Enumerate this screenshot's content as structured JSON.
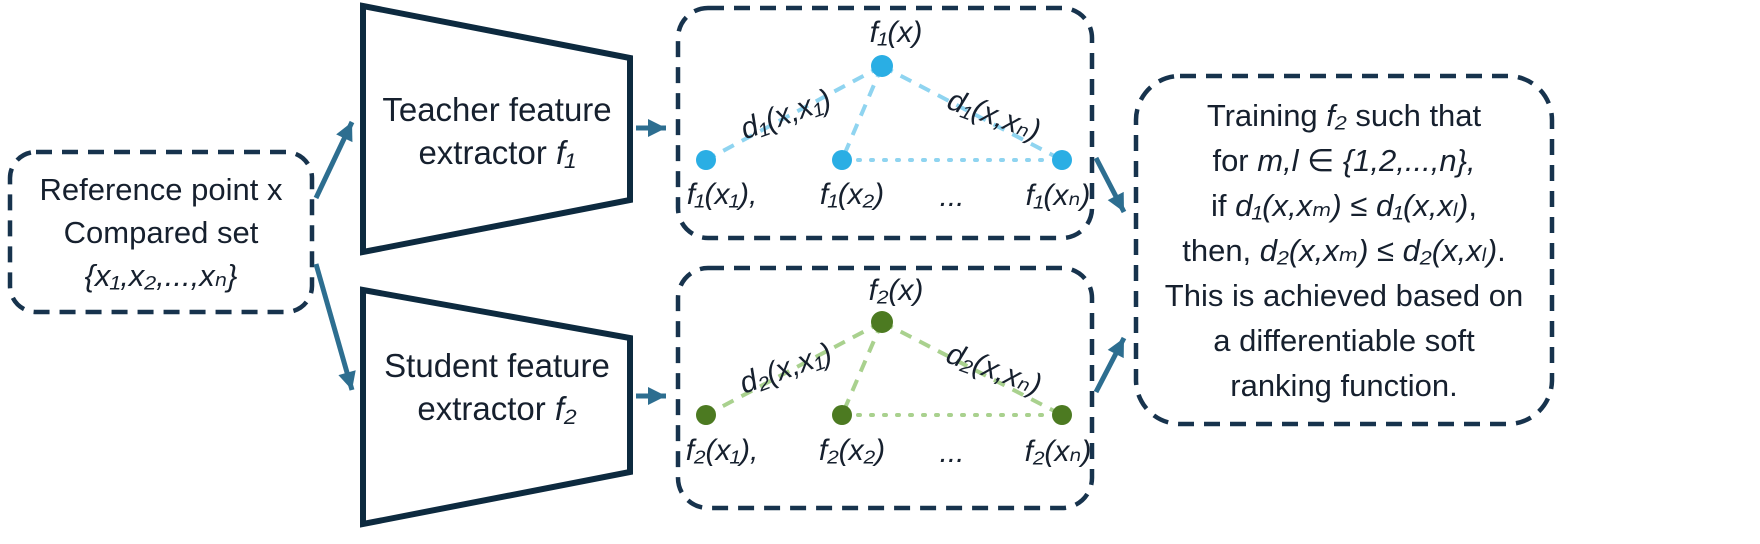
{
  "diagram": {
    "input_box": {
      "lines": [
        "Reference point x",
        "Compared set",
        "{x₁,x₂,...,xₙ}"
      ]
    },
    "teacher_extractor": {
      "line1": "Teacher feature",
      "line2": [
        {
          "t": "extractor "
        },
        {
          "t": "f₁",
          "i": 1
        }
      ]
    },
    "student_extractor": {
      "line1": "Student feature",
      "line2": [
        {
          "t": "extractor "
        },
        {
          "t": "f₂",
          "i": 1
        }
      ]
    },
    "teacher_space": {
      "apex_label": "f₁(x)",
      "left_distance_label": "d₁(x,x₁)",
      "right_distance_label": "d₁(x,xₙ)",
      "point_labels": [
        "f₁(x₁),",
        "f₁(x₂)",
        "...",
        "f₁(xₙ)"
      ]
    },
    "student_space": {
      "apex_label": "f₂(x)",
      "left_distance_label": "d₂(x,x₁)",
      "right_distance_label": "d₂(x,xₙ)",
      "point_labels": [
        "f₂(x₁),",
        "f₂(x₂)",
        "...",
        "f₂(xₙ)"
      ]
    },
    "objective_box": {
      "lines": [
        [
          {
            "t": "Training "
          },
          {
            "t": "f₂",
            "i": 1
          },
          {
            "t": " such that"
          }
        ],
        [
          {
            "t": "for "
          },
          {
            "t": "m,l",
            "i": 1
          },
          {
            "t": " ∈ "
          },
          {
            "t": "{1,2,...,n},",
            "i": 1
          }
        ],
        [
          {
            "t": "if "
          },
          {
            "t": "d₁(x,xₘ)",
            "i": 1
          },
          {
            "t": " ≤ "
          },
          {
            "t": "d₁(x,xₗ)",
            "i": 1
          },
          {
            "t": ","
          }
        ],
        [
          {
            "t": "then, "
          },
          {
            "t": "d₂(x,xₘ)",
            "i": 1
          },
          {
            "t": " ≤ "
          },
          {
            "t": "d₂(x,xₗ)",
            "i": 1
          },
          {
            "t": "."
          }
        ],
        [
          {
            "t": "This is achieved based on"
          }
        ],
        [
          {
            "t": "a differentiable soft"
          }
        ],
        [
          {
            "t": "ranking function."
          }
        ]
      ]
    },
    "colors": {
      "outline": "#17334d",
      "trapezoid": "#0d2a3f",
      "arrow": "#2d6e90",
      "teacher_point": "#2aaee4",
      "teacher_edge": "#8fd4f0",
      "student_point": "#4c7a21",
      "student_edge": "#a9d18e"
    }
  }
}
